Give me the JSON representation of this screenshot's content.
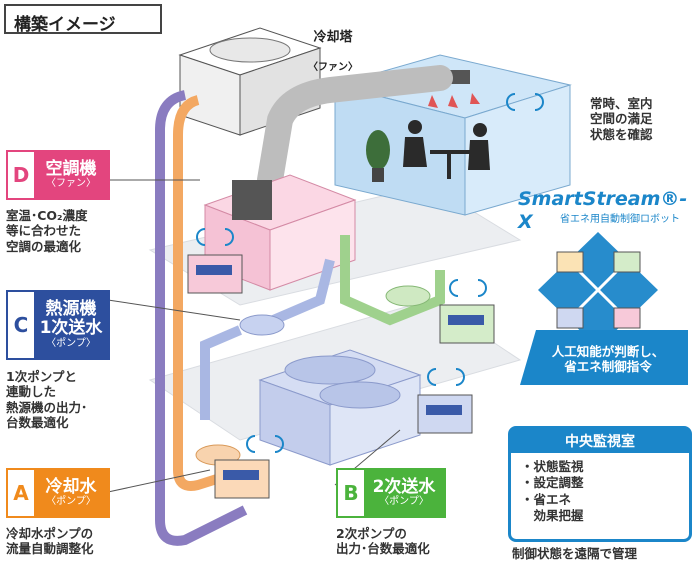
{
  "title": "構築イメージ",
  "cooling_tower": {
    "label": "冷却塔",
    "sub": "〈ファン〉"
  },
  "room_note": "常時、室内\n空間の満足\n状態を確認",
  "brand": {
    "name": "SmartStream®-X",
    "subtitle": "省エネ用自動制御ロボット"
  },
  "ai_note": "人工知能が判断し、\n省エネ制御指令",
  "sections": {
    "D": {
      "letter": "D",
      "label": "空調機",
      "sub": "〈ファン〉",
      "desc": "室温･CO₂濃度\n等に合わせた\n空調の最適化",
      "color": "#e3457e"
    },
    "C": {
      "letter": "C",
      "label1": "熱源機",
      "label2": "1次送水",
      "sub": "〈ポンプ〉",
      "desc": "1次ポンプと\n連動した\n熱源機の出力･\n台数最適化",
      "color": "#2d4f9e"
    },
    "A": {
      "letter": "A",
      "label": "冷却水",
      "sub": "〈ポンプ〉",
      "desc": "冷却水ポンプの\n流量自動調整化",
      "color": "#f08a1c"
    },
    "B": {
      "letter": "B",
      "label": "2次送水",
      "sub": "〈ポンプ〉",
      "desc": "2次ポンプの\n出力･台数最適化",
      "color": "#4bb33c"
    }
  },
  "control_room": {
    "title": "中央監視室",
    "items": [
      "・状態監視",
      "・設定調整",
      "・省エネ",
      "　効果把握"
    ],
    "caption": "制御状態を遠隔で管理"
  },
  "colors": {
    "accent": "#1b86c9",
    "pipe_purple": "#8a7cc0",
    "pipe_orange": "#f3a862",
    "pipe_green": "#9fd18d",
    "pipe_blue": "#a9b7e3"
  }
}
